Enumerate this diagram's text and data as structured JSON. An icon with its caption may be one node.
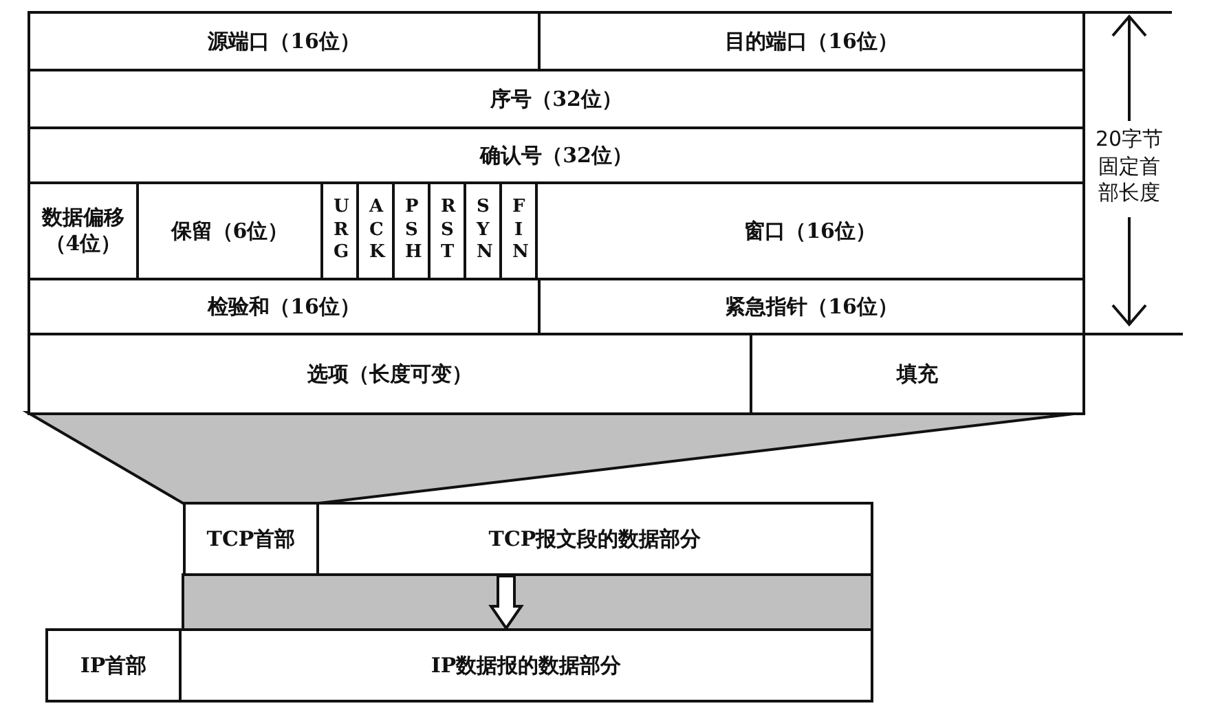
{
  "diagram": {
    "nodes": [
      {
        "text": [
          "源端口（16位）"
        ]
      },
      {
        "text": [
          "目的端口（16位）"
        ]
      },
      {
        "text": [
          "序号（32位）"
        ]
      },
      {
        "text": [
          "确认号（32位）"
        ]
      },
      {
        "text": [
          "数据偏移（4位）"
        ]
      },
      {
        "text": [
          "保留（6位）"
        ]
      },
      {
        "text": [
          "URG"
        ]
      },
      {
        "text": [
          "ACK"
        ]
      },
      {
        "text": [
          "PSH"
        ]
      },
      {
        "text": [
          "RST"
        ]
      },
      {
        "text": [
          "SYN"
        ]
      },
      {
        "text": [
          "FIN"
        ]
      },
      {
        "text": [
          "窗口（16位）"
        ]
      },
      {
        "text": [
          "检验和（16位）"
        ]
      },
      {
        "text": [
          "紧急指针（16位）"
        ]
      },
      {
        "text": [
          "选项（长度可变）"
        ]
      },
      {
        "text": [
          "填充"
        ]
      },
      {
        "text": [
          "TCP首部"
        ]
      },
      {
        "text": [
          "TCP报文段的数据部分"
        ]
      },
      {
        "text": [
          "IP首部"
        ]
      },
      {
        "text": [
          "IP数据报的数据部分"
        ]
      }
    ],
    "edges": [
      {
        "from": 18,
        "to": 20,
        "arrow": "to"
      }
    ],
    "labels": [
      "20字节固定首部长度"
    ]
  }
}
